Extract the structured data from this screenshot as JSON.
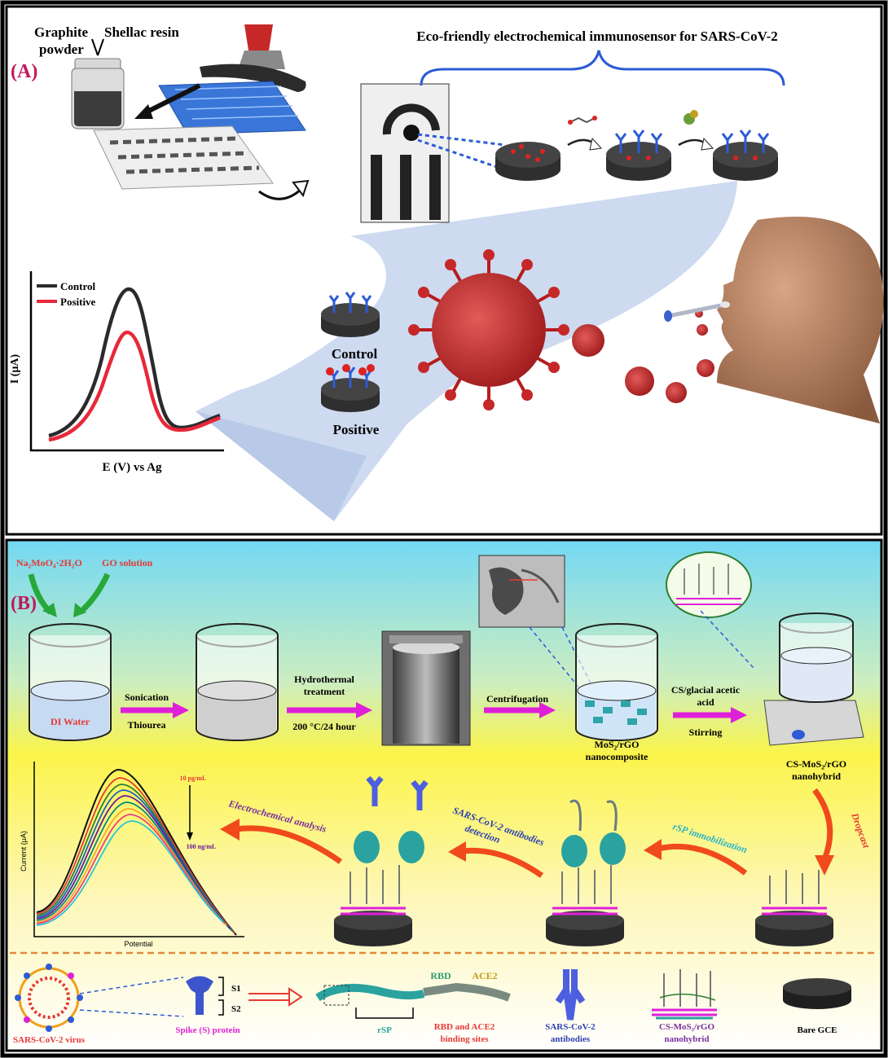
{
  "panel_a": {
    "letter": "(A)",
    "graphite": "Graphite",
    "powder": "powder",
    "shellac": "Shellac resin",
    "title": "Eco-friendly electrochemical immunosensor for SARS-CoV-2",
    "control_label": "Control",
    "positive_label": "Positive",
    "legend_control": "Control",
    "legend_positive": "Positive",
    "y_axis": "I (μA)",
    "x_axis": "E (V) vs Ag",
    "colors": {
      "control": "#2b2b2b",
      "positive": "#e8283a",
      "accent_blue": "#2d5bd6",
      "virus": "#c8262b"
    }
  },
  "panel_b": {
    "letter": "(B)",
    "na_label": "Na₂MoO₄·2H₂O",
    "go_label": "GO solution",
    "di_water": "DI Water",
    "sonication": "Sonication",
    "thiourea": "Thiourea",
    "hydro1": "Hydrothermal",
    "hydro2": "treatment",
    "temp": "200 °C/24 hour",
    "centrifugation": "Centrifugation",
    "mos2_1": "MoS₂/rGO",
    "mos2_2": "nanocomposite",
    "cs_acid1": "CS/glacial acetic",
    "cs_acid2": "acid",
    "stirring": "Stirring",
    "cs_hybrid1": "CS-MoS₂/rGO",
    "cs_hybrid2": "nanohybrid",
    "dropcast": "Dropcast",
    "rsp_immob": "rSP immobilization",
    "antibody_det1": "SARS-CoV-2 antibodies",
    "antibody_det2": "detection",
    "electro": "Electrochemical analysis",
    "conc_high": "10 pg/mL",
    "conc_low": "100 ng/mL",
    "current_axis": "Current (μA)",
    "potential_axis": "Potential",
    "legend": {
      "virus": "SARS-CoV-2 virus",
      "spike": "Spike (S) protein",
      "s1": "S1",
      "s2": "S2",
      "rbd": "RBD",
      "ace2": "ACE2",
      "rsp": "rSP",
      "rbd_sites1": "RBD and ACE2",
      "rbd_sites2": "binding sites",
      "antibodies1": "SARS-CoV-2",
      "antibodies2": "antibodies",
      "hybrid1": "CS-MoS₂/rGO",
      "hybrid2": "nanohybrid",
      "bare": "Bare GCE"
    },
    "colors": {
      "arrow_magenta": "#e020d8",
      "arrow_orange": "#f04a1c",
      "sky": "#6fd6f2",
      "yellow": "#fbf34a"
    }
  }
}
